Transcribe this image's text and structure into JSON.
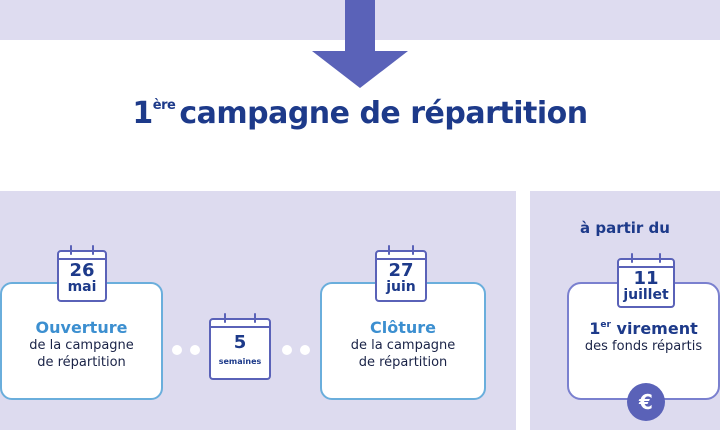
{
  "title": {
    "sup": "ère",
    "main": "1",
    "rest": "campagne de répartition"
  },
  "step_open": {
    "day": "26",
    "month": "mai",
    "label": "Ouverture",
    "desc": "de la campagne\nde répartition"
  },
  "duration": {
    "value": "5",
    "unit": "semaines"
  },
  "step_close": {
    "day": "27",
    "month": "juin",
    "label": "Clôture",
    "desc": "de la campagne\nde répartition"
  },
  "payment": {
    "intro": "à partir du",
    "day": "11",
    "month": "juillet",
    "label_num": "1",
    "label_sup": "er",
    "label_word": "virement",
    "desc": "des fonds répartis",
    "currency_symbol": "€"
  },
  "colors": {
    "navy": "#1d3a8a",
    "blue": "#3c8fd0",
    "panel": "#dddbef",
    "arrow": "#5a62b8"
  },
  "icons": {
    "arrow": "down-arrow-icon",
    "calendar": "calendar-icon",
    "euro": "euro-icon"
  }
}
